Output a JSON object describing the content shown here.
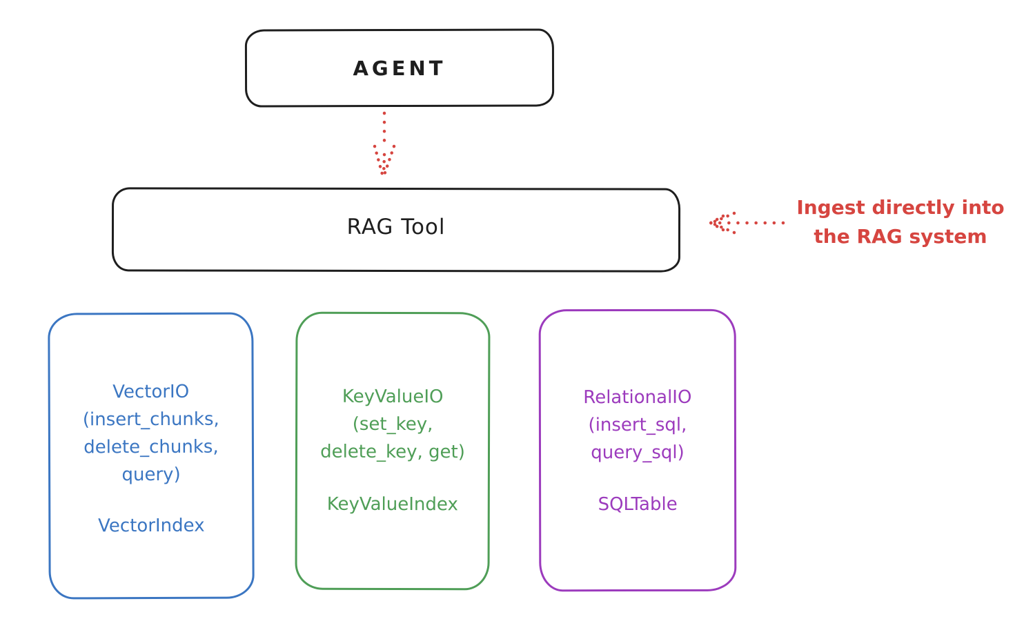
{
  "agent": {
    "label": "AGENT"
  },
  "rag_tool": {
    "label": "RAG Tool"
  },
  "annotation": {
    "line1": "Ingest directly into",
    "line2": "the RAG system"
  },
  "arrows": {
    "agent_to_rag": "dotted-down-arrow",
    "annotation_to_rag": "dotted-left-arrow"
  },
  "io_boxes": [
    {
      "name": "VectorIO",
      "lines": [
        "VectorIO",
        "(insert_chunks,",
        "delete_chunks,",
        "query)"
      ],
      "index_label": "VectorIndex",
      "color": "#3b76c2"
    },
    {
      "name": "KeyValueIO",
      "lines": [
        "KeyValueIO",
        "(set_key,",
        "delete_key, get)"
      ],
      "index_label": "KeyValueIndex",
      "color": "#4f9e57"
    },
    {
      "name": "RelationalIO",
      "lines": [
        "RelationalIO",
        "(insert_sql,",
        "query_sql)"
      ],
      "index_label": "SQLTable",
      "color": "#9c3bbd"
    }
  ],
  "colors": {
    "stroke": "#1e1e1e",
    "red": "#d64540",
    "blue": "#3b76c2",
    "green": "#4f9e57",
    "purple": "#9c3bbd",
    "background": "#ffffff"
  }
}
